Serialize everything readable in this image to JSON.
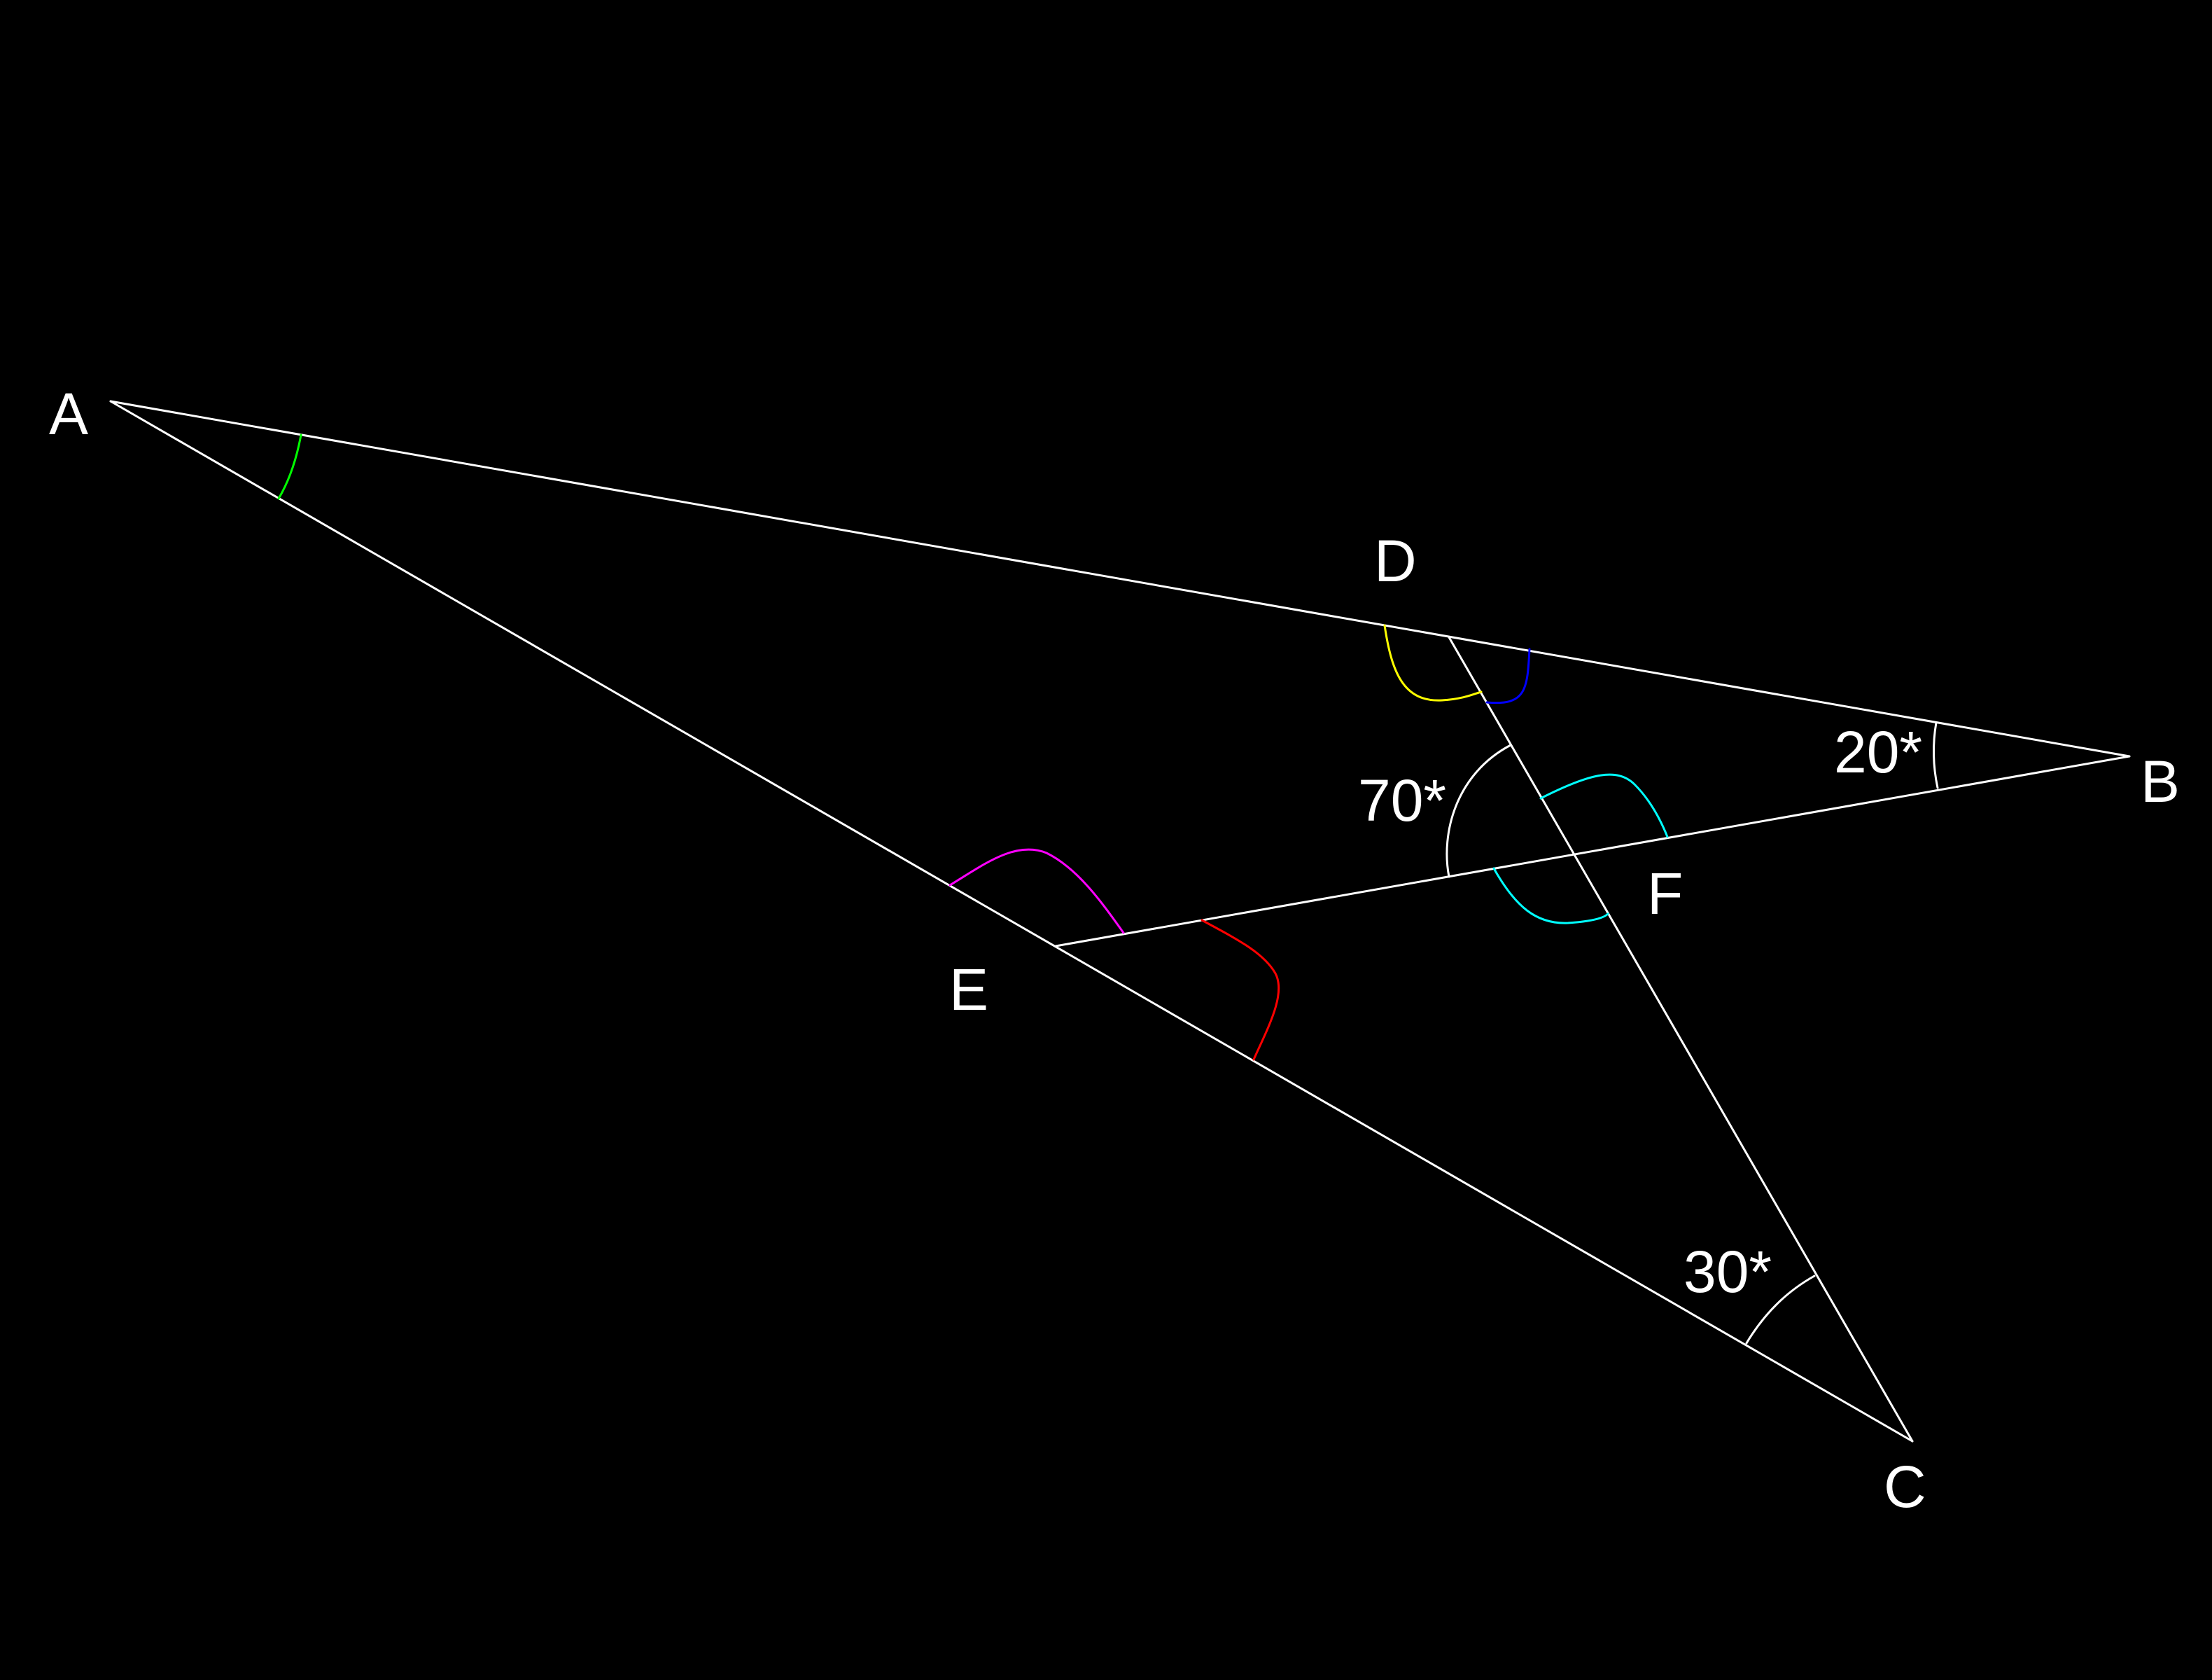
{
  "points": {
    "A": "A",
    "B": "B",
    "C": "C",
    "D": "D",
    "E": "E",
    "F": "F"
  },
  "angles": {
    "angle_B": "20*",
    "angle_D": "70*",
    "angle_C": "30*"
  },
  "colors": {
    "background": "#000000",
    "lines": "#ffffff",
    "arc_A": "#00ff00",
    "arc_D_left": "#ffff00",
    "arc_D_right": "#0000ff",
    "arc_F": "#00ffff",
    "arc_E_upper": "#ff00ff",
    "arc_E_lower": "#ff0000",
    "arc_given": "#ffffff"
  }
}
